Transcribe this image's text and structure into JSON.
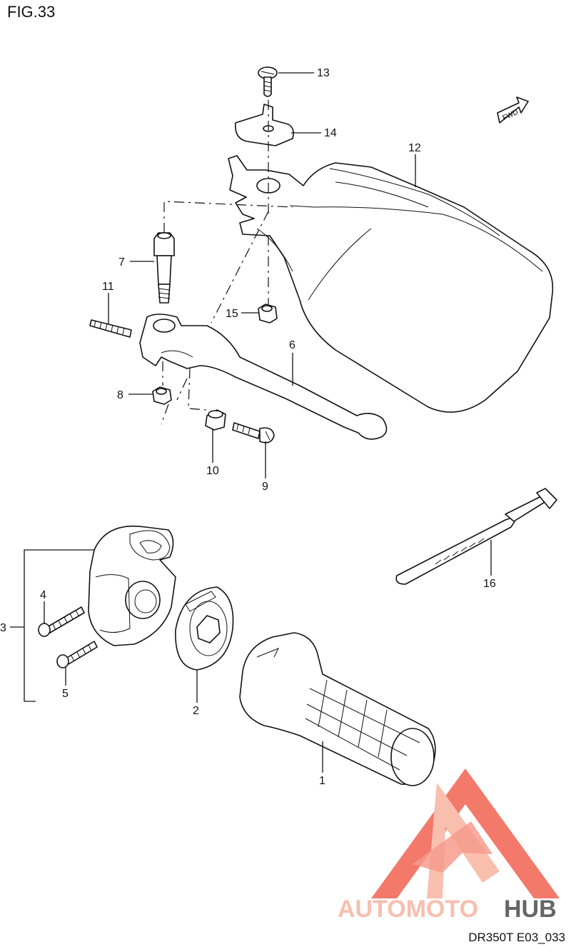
{
  "figure": {
    "title": "FIG.33",
    "code": "DR350T E03_033",
    "fwd_label": "FWD"
  },
  "callouts": [
    {
      "id": "c13",
      "label": "13"
    },
    {
      "id": "c14",
      "label": "14"
    },
    {
      "id": "c12",
      "label": "12"
    },
    {
      "id": "c7",
      "label": "7"
    },
    {
      "id": "c11",
      "label": "11"
    },
    {
      "id": "c15",
      "label": "15"
    },
    {
      "id": "c6",
      "label": "6"
    },
    {
      "id": "c8",
      "label": "8"
    },
    {
      "id": "c10",
      "label": "10"
    },
    {
      "id": "c9",
      "label": "9"
    },
    {
      "id": "c16",
      "label": "16"
    },
    {
      "id": "c4",
      "label": "4"
    },
    {
      "id": "c3",
      "label": "3"
    },
    {
      "id": "c5",
      "label": "5"
    },
    {
      "id": "c2",
      "label": "2"
    },
    {
      "id": "c1",
      "label": "1"
    }
  ],
  "watermark": {
    "text_part1": "AUTOMOTO",
    "text_part2": "HUB",
    "color_primary": "#f26b5b",
    "color_light": "#f8b7a6",
    "color_dark": "#555555"
  }
}
